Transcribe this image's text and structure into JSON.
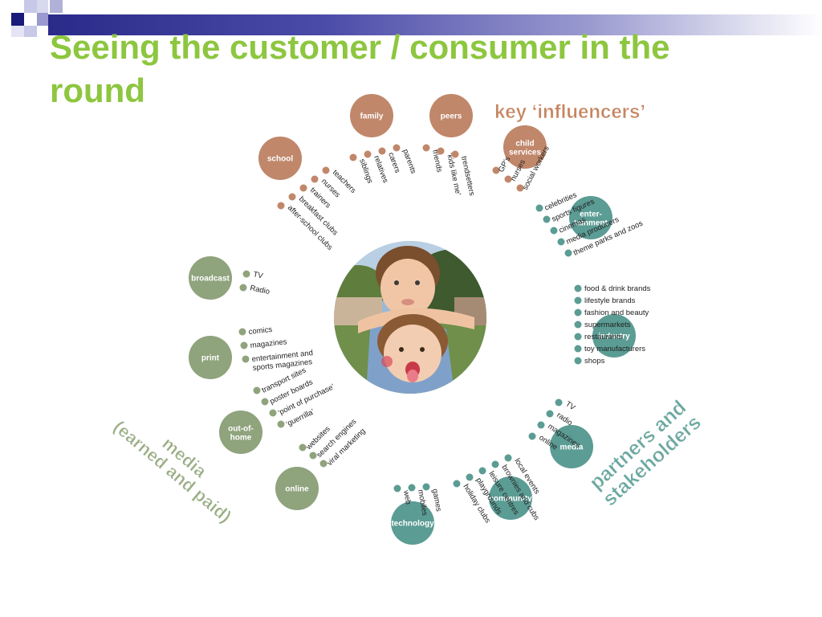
{
  "title": "Seeing the customer / consumer in the round",
  "colors": {
    "influencer": "#c0876a",
    "partner": "#5b9c94",
    "media": "#8fa37d",
    "title": "#8dc63f",
    "influencer_text": "#c5845f",
    "partner_text": "#6ba8a0",
    "media_text": "#9aae84"
  },
  "section_labels": {
    "influencers": "key ‘influencers’",
    "partners": "partners and\nstakeholders",
    "media": "media\n(earned and paid)"
  },
  "photo": {
    "description_icon": "children-photo"
  },
  "groups": [
    {
      "id": "family",
      "kind": "influencer",
      "label": "family",
      "items": [
        "siblings",
        "relatives",
        "carers",
        "parents"
      ]
    },
    {
      "id": "peers",
      "kind": "influencer",
      "label": "peers",
      "items": [
        "friends",
        "‘kids like me’",
        "trendsetters"
      ]
    },
    {
      "id": "school",
      "kind": "influencer",
      "label": "school",
      "items": [
        "teachers",
        "nurses",
        "trainers",
        "breakfast clubs",
        "after-school clubs"
      ]
    },
    {
      "id": "child-services",
      "kind": "influencer",
      "label": "child\nservices",
      "items": [
        "GP’s",
        "nurses",
        "social workers"
      ]
    },
    {
      "id": "entertainment",
      "kind": "partner",
      "label": "enter-\ntainment",
      "items": [
        "celebrities",
        "sports figures",
        "cinemas",
        "media producers",
        "theme parks and zoos"
      ]
    },
    {
      "id": "industry",
      "kind": "partner",
      "label": "industry",
      "items": [
        "food & drink brands",
        "lifestyle brands",
        "fashion and beauty",
        "supermarkets",
        "restaurants",
        "toy manufacturers",
        "shops"
      ]
    },
    {
      "id": "media-partner",
      "kind": "partner",
      "label": "media",
      "items": [
        "TV",
        "radio",
        "magazines",
        "online"
      ]
    },
    {
      "id": "community",
      "kind": "partner",
      "label": "community",
      "items": [
        "local events",
        "brownies and cubs",
        "leisure centres",
        "playgrounds",
        "holiday clubs"
      ]
    },
    {
      "id": "technology",
      "kind": "partner",
      "label": "technology",
      "items": [
        "games",
        "mobiles",
        "web"
      ]
    },
    {
      "id": "broadcast",
      "kind": "media",
      "label": "broadcast",
      "items": [
        "TV",
        "Radio"
      ]
    },
    {
      "id": "print",
      "kind": "media",
      "label": "print",
      "items": [
        "comics",
        "magazines",
        "entertainment and\nsports magazines"
      ]
    },
    {
      "id": "out-of-home",
      "kind": "media",
      "label": "out-of-\nhome",
      "items": [
        "transport sites",
        "poster boards",
        "‘point of purchase’",
        "‘guerrilla’"
      ]
    },
    {
      "id": "online",
      "kind": "media",
      "label": "online",
      "items": [
        "websites",
        "search engines",
        "viral marketing"
      ]
    }
  ]
}
